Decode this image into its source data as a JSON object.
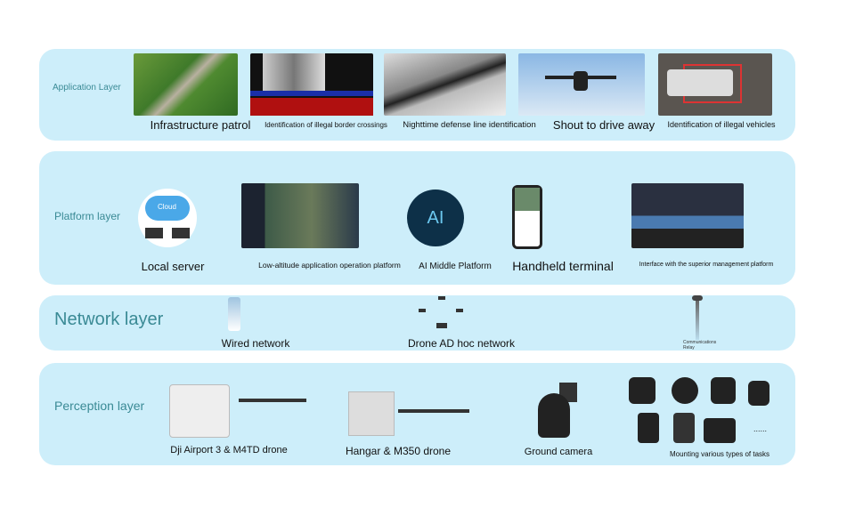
{
  "layers": {
    "application": {
      "title": "Application Layer",
      "items": [
        "Infrastructure patrol",
        "Identification of illegal border crossings",
        "Nighttime defense line identification",
        "Shout to drive away",
        "Identification of illegal vehicles"
      ]
    },
    "platform": {
      "title": "Platform layer",
      "items": [
        "Local server",
        "Low-altitude application operation platform",
        "AI Middle Platform",
        "Handheld terminal",
        "Interface with the superior management platform"
      ],
      "cloud_label": "Cloud",
      "ai_label": "AI"
    },
    "network": {
      "title": "Network layer",
      "items": [
        "Wired network",
        "Drone AD hoc network",
        "Communications Relay"
      ]
    },
    "perception": {
      "title": "Perception layer",
      "items": [
        "Dji Airport 3 & M4TD drone",
        "Hangar & M350 drone",
        "Ground camera",
        "Mounting various types of tasks"
      ],
      "more": "......"
    }
  }
}
